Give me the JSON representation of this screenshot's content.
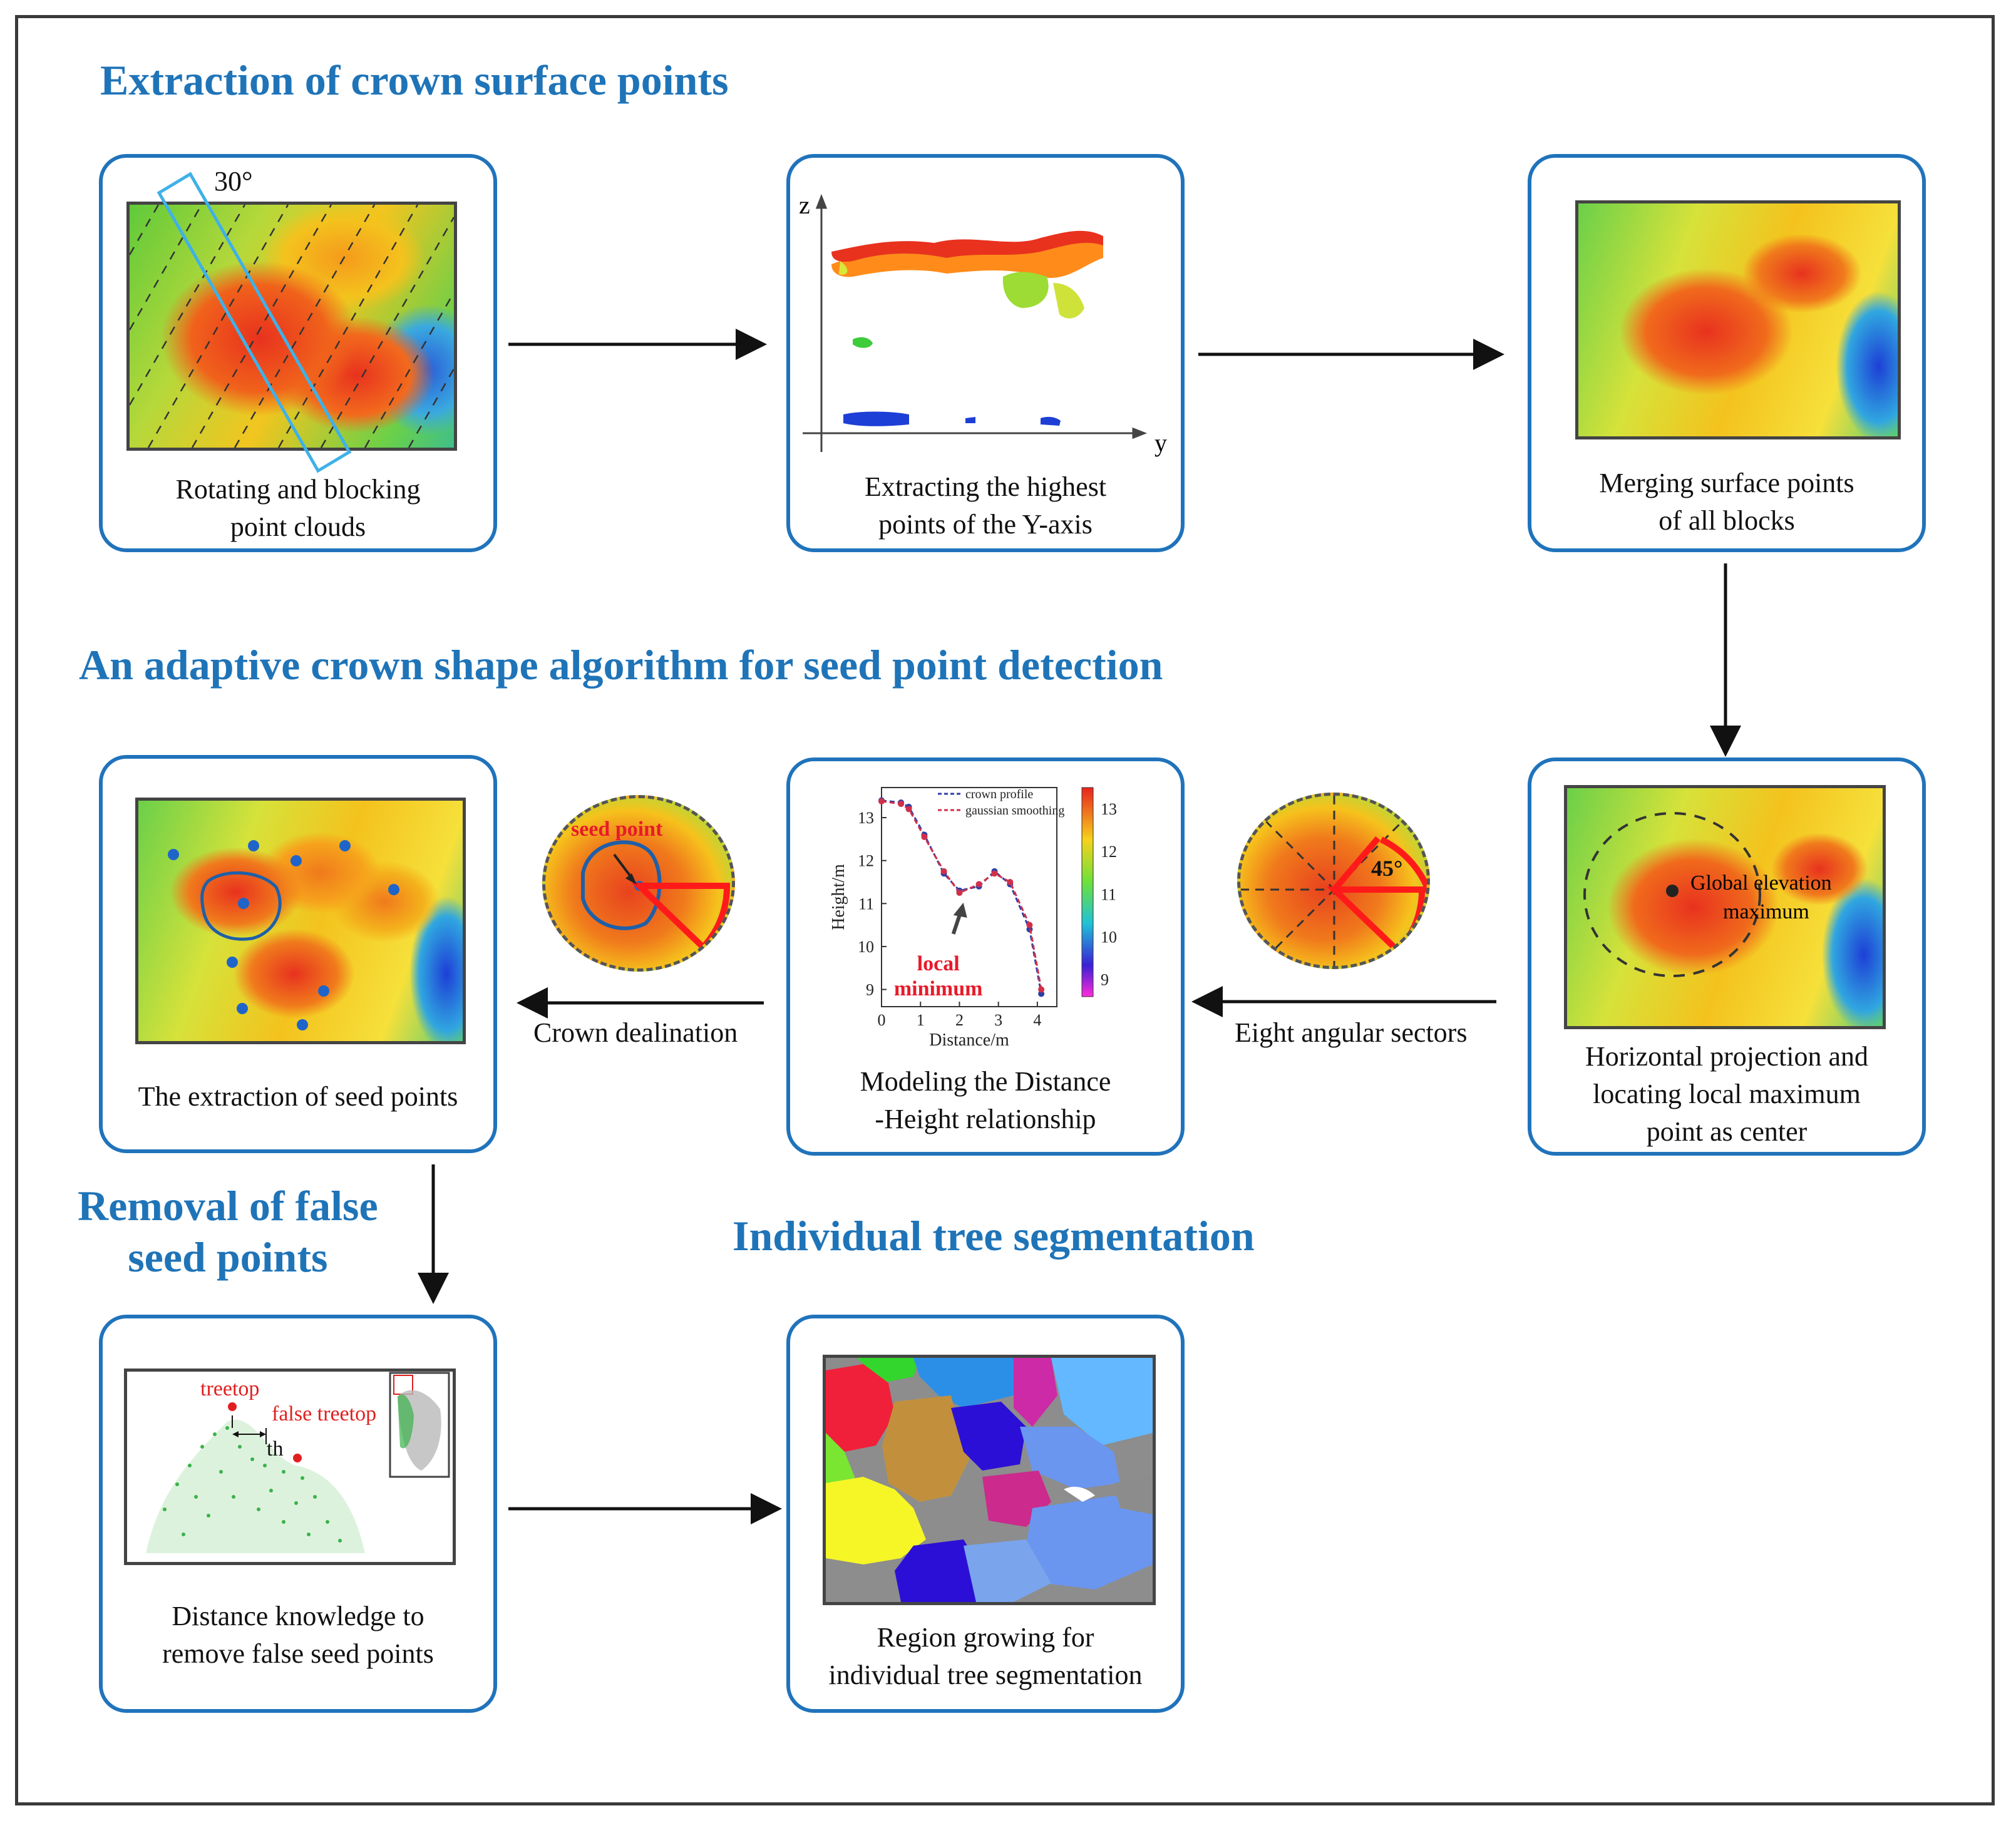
{
  "sections": {
    "extraction": "Extraction of crown surface points",
    "adaptive": "An adaptive crown shape algorithm for seed point detection",
    "removal_line1": "Removal of false",
    "removal_line2": "seed points",
    "segmentation": "Individual tree segmentation"
  },
  "cards": {
    "rotate": {
      "line1": "Rotating and blocking",
      "line2": "point clouds",
      "angle": "30°"
    },
    "highest": {
      "line1": "Extracting the highest",
      "line2": "points of the Y-axis",
      "axis_z": "z",
      "axis_y": "y"
    },
    "merge": {
      "line1": "Merging surface points",
      "line2": "of  all blocks"
    },
    "horizontal": {
      "line1": "Horizontal projection and",
      "line2": "locating local maximum",
      "line3": "point as center",
      "label1": "Global elevation",
      "label2": "maximum"
    },
    "model": {
      "line1": "Modeling the Distance",
      "line2": "-Height relationship"
    },
    "seeds": {
      "line1": "The extraction of seed points"
    },
    "distance": {
      "line1": "Distance knowledge to",
      "line2": "remove false seed points",
      "treetop": "treetop",
      "false_treetop": "false treetop",
      "th": "th"
    },
    "region": {
      "line1": "Region growing for",
      "line2": "individual tree segmentation"
    }
  },
  "gaps": {
    "eight": "Eight angular sectors",
    "dealination": "Crown dealination",
    "angle45": "45°",
    "seed_point": "seed point"
  },
  "chart_data": {
    "type": "line",
    "xlabel": "Distance/m",
    "ylabel": "Height/m",
    "xlim": [
      0,
      4.5
    ],
    "ylim": [
      8.6,
      13.7
    ],
    "xticks": [
      0,
      1,
      2,
      3,
      4
    ],
    "yticks": [
      9,
      10,
      11,
      12,
      13
    ],
    "series": [
      {
        "name": "crown profile",
        "color": "#2b3fa8",
        "x": [
          0,
          0.5,
          0.7,
          1.1,
          1.6,
          2.0,
          2.5,
          2.9,
          3.3,
          3.8,
          4.1
        ],
        "y": [
          13.4,
          13.35,
          13.25,
          12.6,
          11.7,
          11.3,
          11.4,
          11.75,
          11.45,
          10.4,
          8.9
        ]
      },
      {
        "name": "gaussian smoothing",
        "color": "#d0304a",
        "x": [
          0,
          0.5,
          0.7,
          1.1,
          1.6,
          2.0,
          2.5,
          2.9,
          3.3,
          3.8,
          4.1
        ],
        "y": [
          13.38,
          13.32,
          13.2,
          12.55,
          11.75,
          11.25,
          11.45,
          11.7,
          11.5,
          10.5,
          9.0
        ]
      }
    ],
    "annotation": {
      "line1": "local",
      "line2": "minimum",
      "x": 2.1,
      "y": 11.05
    },
    "colorbar": {
      "min": 8.6,
      "max": 13.5,
      "ticks": [
        9,
        10,
        11,
        12,
        13
      ]
    }
  }
}
